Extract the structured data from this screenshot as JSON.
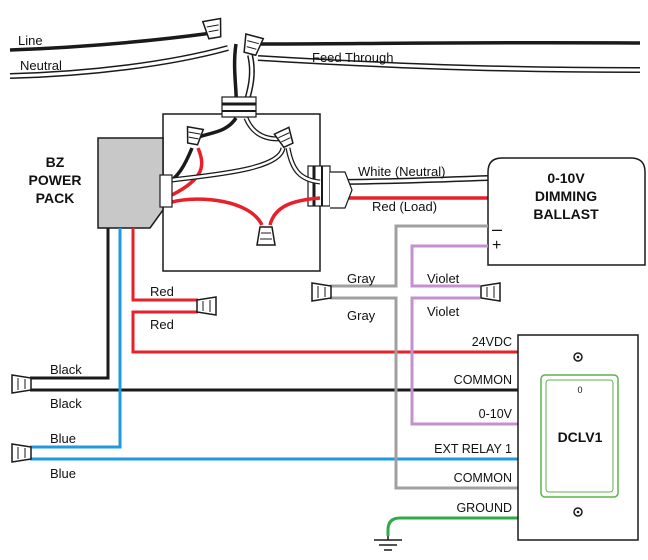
{
  "labels": {
    "line": "Line",
    "neutral": "Neutral",
    "feed_through": "Feed Through",
    "power_pack_1": "BZ",
    "power_pack_2": "POWER",
    "power_pack_3": "PACK",
    "white_neutral": "White (Neutral)",
    "red_load": "Red (Load)",
    "ballast_1": "0-10V",
    "ballast_2": "DIMMING",
    "ballast_3": "BALLAST",
    "minus": "–",
    "plus": "+",
    "red_a": "Red",
    "red_b": "Red",
    "gray_a": "Gray",
    "gray_b": "Gray",
    "violet_a": "Violet",
    "violet_b": "Violet",
    "black_a": "Black",
    "black_b": "Black",
    "blue_a": "Blue",
    "blue_b": "Blue",
    "dimmer": "DCLV1",
    "dimmer_mark": "0"
  },
  "terminals": [
    "24VDC",
    "COMMON",
    "0-10V",
    "EXT RELAY 1",
    "COMMON",
    "GROUND"
  ],
  "colors": {
    "black": "#1a1a1a",
    "red": "#e8202a",
    "blue": "#1e9be0",
    "gray": "#a0a0a0",
    "violet": "#c490cf",
    "green": "#2eaa4a",
    "power_pack": "#c8c8c8",
    "dimmer_frame": "#5fb24a"
  }
}
